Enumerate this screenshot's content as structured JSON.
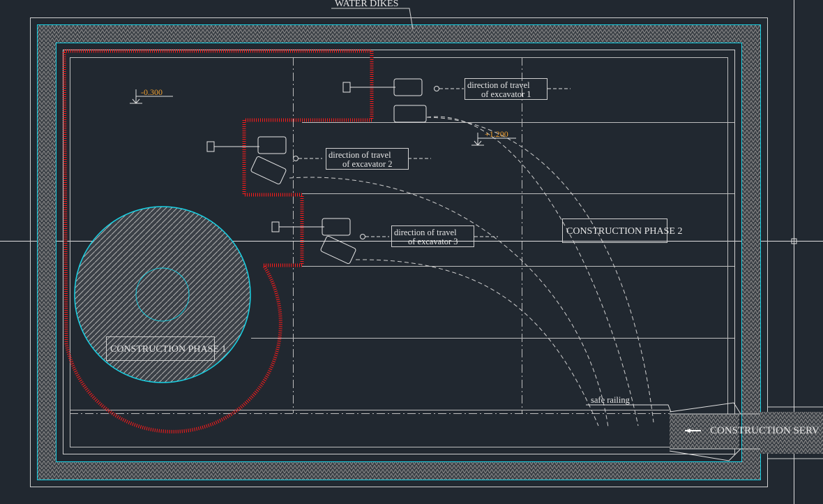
{
  "labels": {
    "water_dikes": "WATER DIKES",
    "level_low": "-0.300",
    "level_high": "+1.200",
    "dir1_line1": "direction of travel",
    "dir1_line2": "of excavator 1",
    "dir2_line1": "direction of travel",
    "dir2_line2": "of excavator 2",
    "dir3_line1": "direction of travel",
    "dir3_line2": "of excavator 3",
    "phase1": "CONSTRUCTION PHASE 1",
    "phase2": "CONSTRUCTION PHASE 2",
    "safe_railing": "safe railing",
    "service_road": "CONSTRUCTION SERV"
  },
  "colors": {
    "background": "#212830",
    "line": "#d9d9d9",
    "cyan": "#19d3e6",
    "red": "#ff1a1a",
    "level": "#f0a030"
  }
}
